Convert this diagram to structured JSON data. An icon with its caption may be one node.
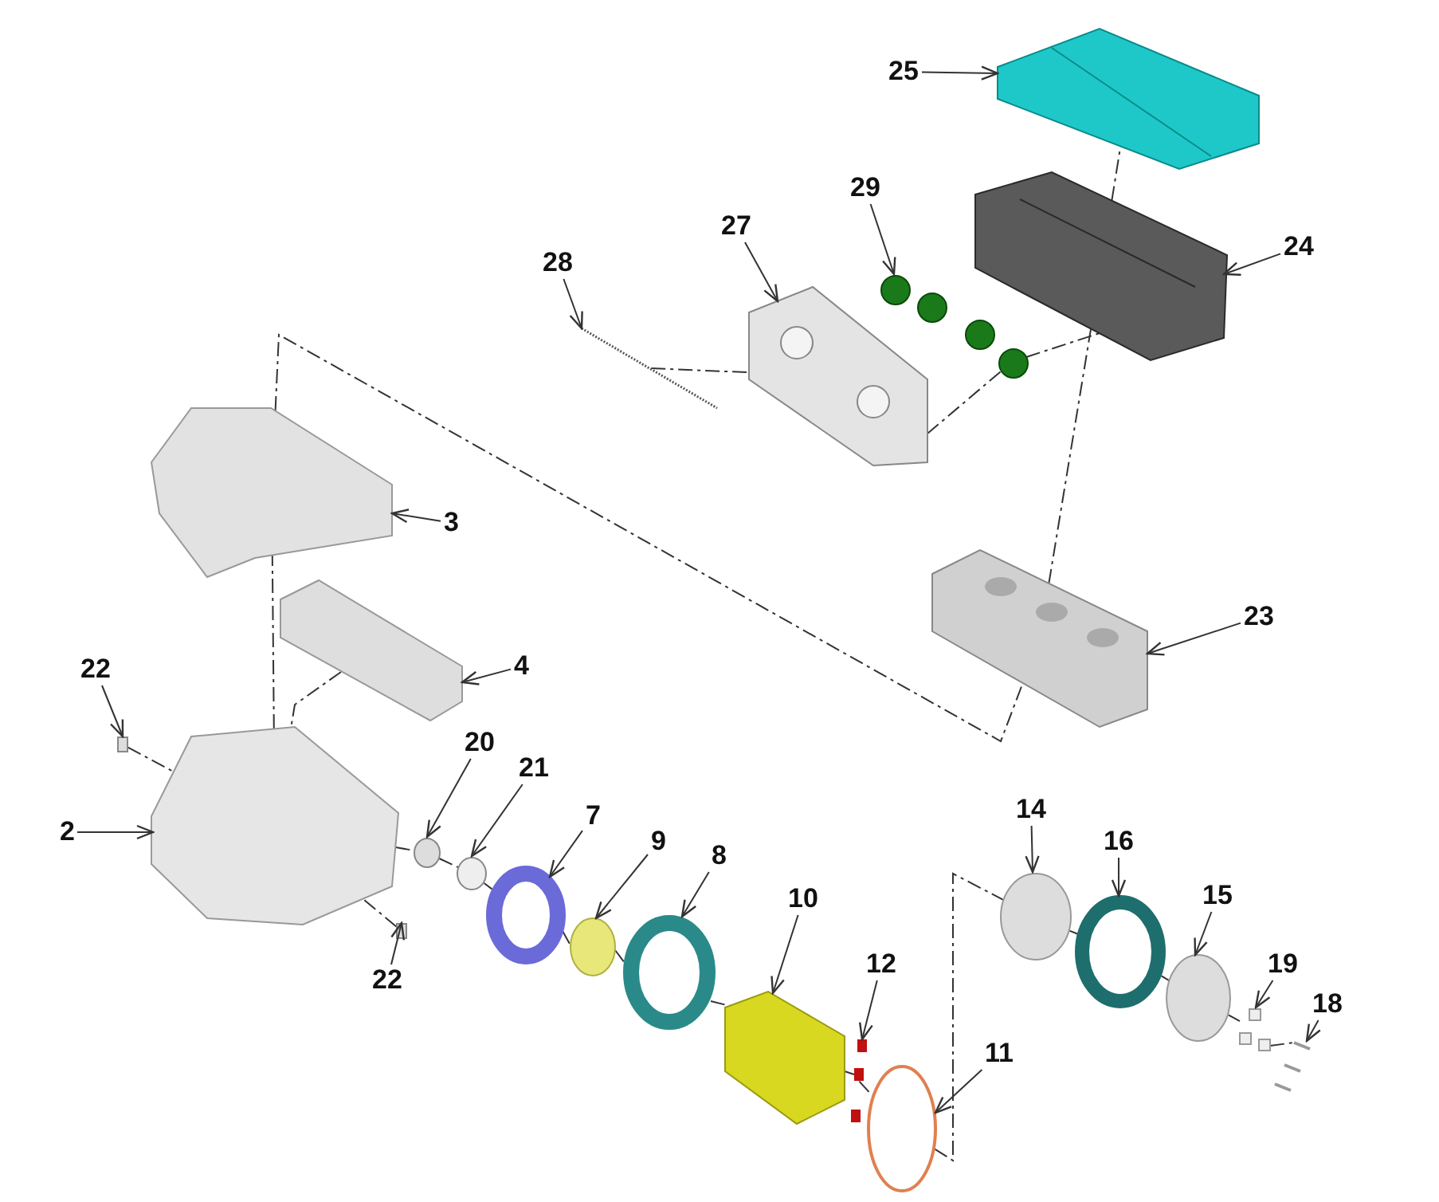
{
  "diagram": {
    "nodes": [
      {
        "text": [
          "25"
        ]
      },
      {
        "text": [
          "29"
        ]
      },
      {
        "text": [
          "24"
        ]
      },
      {
        "text": [
          "27"
        ]
      },
      {
        "text": [
          "28"
        ]
      },
      {
        "text": [
          "3"
        ]
      },
      {
        "text": [
          "23"
        ]
      },
      {
        "text": [
          "4"
        ]
      },
      {
        "text": [
          "22"
        ]
      },
      {
        "text": [
          "20"
        ]
      },
      {
        "text": [
          "2"
        ]
      },
      {
        "text": [
          "21"
        ]
      },
      {
        "text": [
          "7"
        ]
      },
      {
        "text": [
          "9"
        ]
      },
      {
        "text": [
          "8"
        ]
      },
      {
        "text": [
          "10"
        ]
      },
      {
        "text": [
          "14"
        ]
      },
      {
        "text": [
          "16"
        ]
      },
      {
        "text": [
          "15"
        ]
      },
      {
        "text": [
          "12"
        ]
      },
      {
        "text": [
          "19"
        ]
      },
      {
        "text": [
          "18"
        ]
      },
      {
        "text": [
          "11"
        ]
      },
      {
        "text": [
          "22"
        ]
      },
      {
        "text": [],
        "shape": "picture"
      },
      {
        "text": [],
        "shape": "picture"
      },
      {
        "text": [],
        "shape": "picture"
      },
      {
        "text": [],
        "shape": "picture"
      },
      {
        "text": [],
        "shape": "picture"
      },
      {
        "text": [],
        "shape": "picture"
      },
      {
        "text": [],
        "shape": "picture"
      },
      {
        "text": [],
        "shape": "picture"
      },
      {
        "text": [],
        "shape": "box"
      },
      {
        "text": [],
        "shape": "circle"
      },
      {
        "text": [],
        "shape": "picture"
      },
      {
        "text": [],
        "shape": "circle"
      },
      {
        "text": [],
        "shape": "circle"
      },
      {
        "text": [],
        "shape": "circle"
      },
      {
        "text": [],
        "shape": "circle"
      },
      {
        "text": [],
        "shape": "picture"
      },
      {
        "text": [],
        "shape": "circle"
      },
      {
        "text": [],
        "shape": "circle"
      },
      {
        "text": [],
        "shape": "circle"
      },
      {
        "text": [],
        "shape": "picture"
      },
      {
        "text": [],
        "shape": "picture"
      },
      {
        "text": [],
        "shape": "picture"
      },
      {
        "text": [],
        "shape": "circle"
      },
      {
        "text": [],
        "shape": "box"
      }
    ],
    "edges": [
      {
        "from": 0,
        "to": 24,
        "arrow": "to"
      },
      {
        "from": 1,
        "to": 25,
        "arrow": "to"
      },
      {
        "from": 2,
        "to": 26,
        "arrow": "to"
      },
      {
        "from": 3,
        "to": 27,
        "arrow": "to"
      },
      {
        "from": 4,
        "to": 28,
        "arrow": "to"
      },
      {
        "from": 5,
        "to": 29,
        "arrow": "to"
      },
      {
        "from": 6,
        "to": 30,
        "arrow": "to"
      },
      {
        "from": 7,
        "to": 31,
        "arrow": "to"
      },
      {
        "from": 8,
        "to": 32,
        "arrow": "to"
      },
      {
        "from": 9,
        "to": 33,
        "arrow": "to"
      },
      {
        "from": 10,
        "to": 34,
        "arrow": "to"
      },
      {
        "from": 11,
        "to": 35,
        "arrow": "to"
      },
      {
        "from": 12,
        "to": 36,
        "arrow": "to"
      },
      {
        "from": 13,
        "to": 37,
        "arrow": "to"
      },
      {
        "from": 14,
        "to": 38,
        "arrow": "to"
      },
      {
        "from": 15,
        "to": 39,
        "arrow": "to"
      },
      {
        "from": 16,
        "to": 40,
        "arrow": "to"
      },
      {
        "from": 17,
        "to": 41,
        "arrow": "to"
      },
      {
        "from": 18,
        "to": 42,
        "arrow": "to"
      },
      {
        "from": 19,
        "to": 43,
        "arrow": "to"
      },
      {
        "from": 20,
        "to": 44,
        "arrow": "to"
      },
      {
        "from": 21,
        "to": 45,
        "arrow": "to"
      },
      {
        "from": 22,
        "to": 46,
        "arrow": "to"
      },
      {
        "from": 23,
        "to": 47,
        "arrow": "to"
      },
      {
        "from": 34,
        "to": 29,
        "arrow": "none",
        "style": "dashed"
      },
      {
        "from": 29,
        "to": 30,
        "arrow": "none",
        "style": "dashed"
      },
      {
        "from": 30,
        "to": 26,
        "arrow": "none",
        "style": "dashed"
      },
      {
        "from": 26,
        "to": 24,
        "arrow": "none",
        "style": "dashed"
      },
      {
        "from": 28,
        "to": 27,
        "arrow": "none",
        "style": "dashed"
      },
      {
        "from": 27,
        "to": 25,
        "arrow": "none",
        "style": "dashed"
      },
      {
        "from": 25,
        "to": 26,
        "arrow": "none",
        "style": "dashed"
      },
      {
        "from": 31,
        "to": 34,
        "arrow": "none",
        "style": "dashed"
      },
      {
        "from": 32,
        "to": 34,
        "arrow": "none",
        "style": "dashed"
      },
      {
        "from": 34,
        "to": 33,
        "arrow": "none",
        "style": "dashed"
      },
      {
        "from": 33,
        "to": 35,
        "arrow": "none",
        "style": "dashed"
      },
      {
        "from": 35,
        "to": 36,
        "arrow": "none",
        "style": "dashed"
      },
      {
        "from": 36,
        "to": 37,
        "arrow": "none",
        "style": "dashed"
      },
      {
        "from": 37,
        "to": 38,
        "arrow": "none",
        "style": "dashed"
      },
      {
        "from": 38,
        "to": 39,
        "arrow": "none",
        "style": "dashed"
      },
      {
        "from": 39,
        "to": 43,
        "arrow": "none",
        "style": "dashed"
      },
      {
        "from": 43,
        "to": 46,
        "arrow": "none",
        "style": "dashed"
      },
      {
        "from": 46,
        "to": 40,
        "arrow": "none",
        "style": "dashed"
      },
      {
        "from": 40,
        "to": 41,
        "arrow": "none",
        "style": "dashed"
      },
      {
        "from": 41,
        "to": 42,
        "arrow": "none",
        "style": "dashed"
      },
      {
        "from": 42,
        "to": 44,
        "arrow": "none",
        "style": "dashed"
      },
      {
        "from": 44,
        "to": 45,
        "arrow": "none",
        "style": "dashed"
      },
      {
        "from": 47,
        "to": 34,
        "arrow": "none",
        "style": "dashed"
      }
    ]
  }
}
